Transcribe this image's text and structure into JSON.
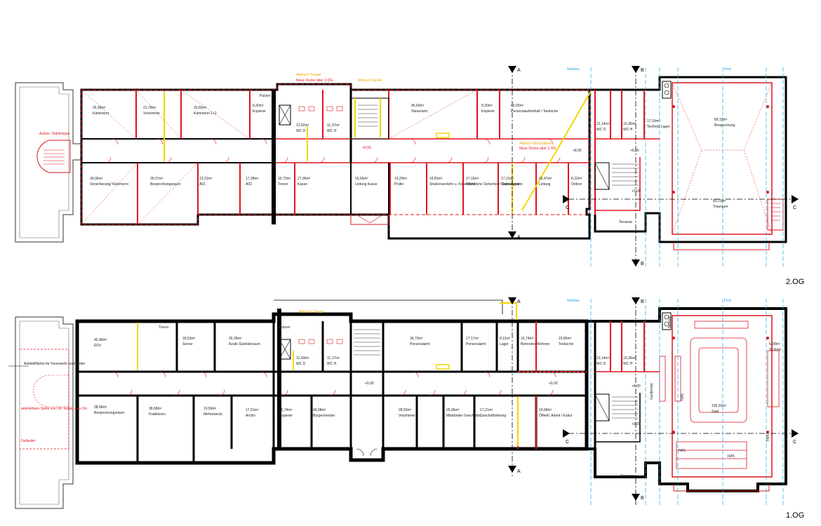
{
  "floors": {
    "upper": {
      "label": "2.OG",
      "rooms": [
        {
          "area": "26,28m²",
          "name": "Kämmerer"
        },
        {
          "area": "21,76m²",
          "name": "Vorzimmer"
        },
        {
          "area": "33,65m²",
          "name": "Kämmerei 1+2"
        },
        {
          "area": "9,30m²",
          "name": "Kopierer"
        },
        {
          "area": "12,52m²",
          "name": "WC D"
        },
        {
          "area": "11,37m²",
          "name": "WC H"
        },
        {
          "area": "45,60m²",
          "name": "Steueramt"
        },
        {
          "area": "8,30m²",
          "name": "Kopierer"
        },
        {
          "area": "43,00m²",
          "name": "Personalaufenthalt / Teeküche"
        },
        {
          "area": "12,14m²",
          "name": "WC D"
        },
        {
          "area": "10,36m²",
          "name": "WC H"
        },
        {
          "area": "17,19m²",
          "name": "Technik/ Lager"
        },
        {
          "area": "89,15m²",
          "name": "Besprechung"
        },
        {
          "area": "39,06m²",
          "name": "Versicherung/ Kämmerei"
        },
        {
          "area": "39,07m²",
          "name": "Besprechungsraum"
        },
        {
          "area": "23,21m²",
          "name": "A01"
        },
        {
          "area": "17,28m²",
          "name": "A02"
        },
        {
          "area": "15,72m²",
          "name": "Tresor"
        },
        {
          "area": "27,96m²",
          "name": "Kasse"
        },
        {
          "area": "15,56m²",
          "name": "Leitung Kasse"
        },
        {
          "area": "19,29m²",
          "name": "Prüfer"
        },
        {
          "area": "16,81m²",
          "name": "Straßenverkehr u. Feuerwehr"
        },
        {
          "area": "17,16m²",
          "name": "Öffentliche Sicherheit/ Ordnungsamt"
        },
        {
          "area": "17,21m²",
          "name": "Standesamt"
        },
        {
          "area": "16,47m²",
          "name": "Leitung"
        },
        {
          "area": "8,32m²",
          "name": "Ordner"
        },
        {
          "area": "83,23m²",
          "name": "Trauraum"
        }
      ],
      "labels": {
        "putzen": "Putzen",
        "aussentreppe": "Außen- Stahltreppe",
        "abbruch_treppe": "Abbruch Treppe",
        "neue_decke": "Neue Decke über 1.OG",
        "abbruch_decke": "Abbruch Decke",
        "abbruch_betondecke": "Abbruch Betondecke",
        "neue_decke_2": "Neue Decke über 1.OG",
        "terrasse": "Terrasse",
        "neubau": "Neubau",
        "first": "First",
        "level_855_a": "+8,55",
        "level_855_b": "+8,55",
        "level_855_c": "+8,55",
        "level_700": "+7,00"
      }
    },
    "lower": {
      "label": "1.OG",
      "rooms": [
        {
          "area": "45,96m²",
          "name": "EDV"
        },
        {
          "area": "18,53m²",
          "name": "Server"
        },
        {
          "area": "26,28m²",
          "name": "Azubi /Sanitätsraum"
        },
        {
          "area": "12,43m²",
          "name": "WC D"
        },
        {
          "area": "11,17m²",
          "name": "WC H"
        },
        {
          "area": "36,73m²",
          "name": "Personalamt"
        },
        {
          "area": "17,17m²",
          "name": "Personalamt"
        },
        {
          "area": "8,11m²",
          "name": "Lager"
        },
        {
          "area": "16,74m²",
          "name": "Betreutes Wohnen"
        },
        {
          "area": "15,86m²",
          "name": "Teeküche"
        },
        {
          "area": "12,14m²",
          "name": "WC D"
        },
        {
          "area": "10,36m²",
          "name": "WC H"
        },
        {
          "area": "6,08m²",
          "name": "Technik"
        },
        {
          "area": "38,68m²",
          "name": "Besprechungsraum"
        },
        {
          "area": "38,68m²",
          "name": "Fraktionen"
        },
        {
          "area": "19,56m²",
          "name": "Mehrzweckr."
        },
        {
          "area": "17,51m²",
          "name": "Archiv"
        },
        {
          "area": "15,74m²",
          "name": "Kopierer"
        },
        {
          "area": "40,08m²",
          "name": "Bürgermeister"
        },
        {
          "area": "28,50m²",
          "name": "Vorzimmer"
        },
        {
          "area": "25,96m²",
          "name": "Mitarbeiter Geschäftsl."
        },
        {
          "area": "17,21m²",
          "name": "Geschäftsleitung"
        },
        {
          "area": "24,68m²",
          "name": "Öffentl. Arbeit / Kultur"
        },
        {
          "area": "199,32m²",
          "name": "Saal"
        }
      ],
      "labels": {
        "tresor": "Tresor",
        "putzen": "Putzen",
        "abbruch_treppe": "Abbruch Treppe",
        "feuerwehr": "Aufstellfläche für Feuerwehr vorhanden",
        "anleiterbar": "anleiterbare Stelle von OK Terrain ca ≥ 2m",
        "gelaender": "Geländer",
        "level_500_a": "+5,00",
        "level_500_b": "+5,00",
        "level_500_c": "+5,00",
        "level_350": "+3,50",
        "garderobe": "Garderobe",
        "technik_v": "Technik",
        "terrasse": "Terrasse",
        "neubau": "Neubau",
        "first": "First",
        "tpl_1": "T6PL",
        "tpl_2": "T4PL",
        "tpl_3": "T4PL",
        "tpl_4": "16PL"
      }
    }
  },
  "section_marks": {
    "a": "A",
    "b": "B",
    "c": "C"
  }
}
